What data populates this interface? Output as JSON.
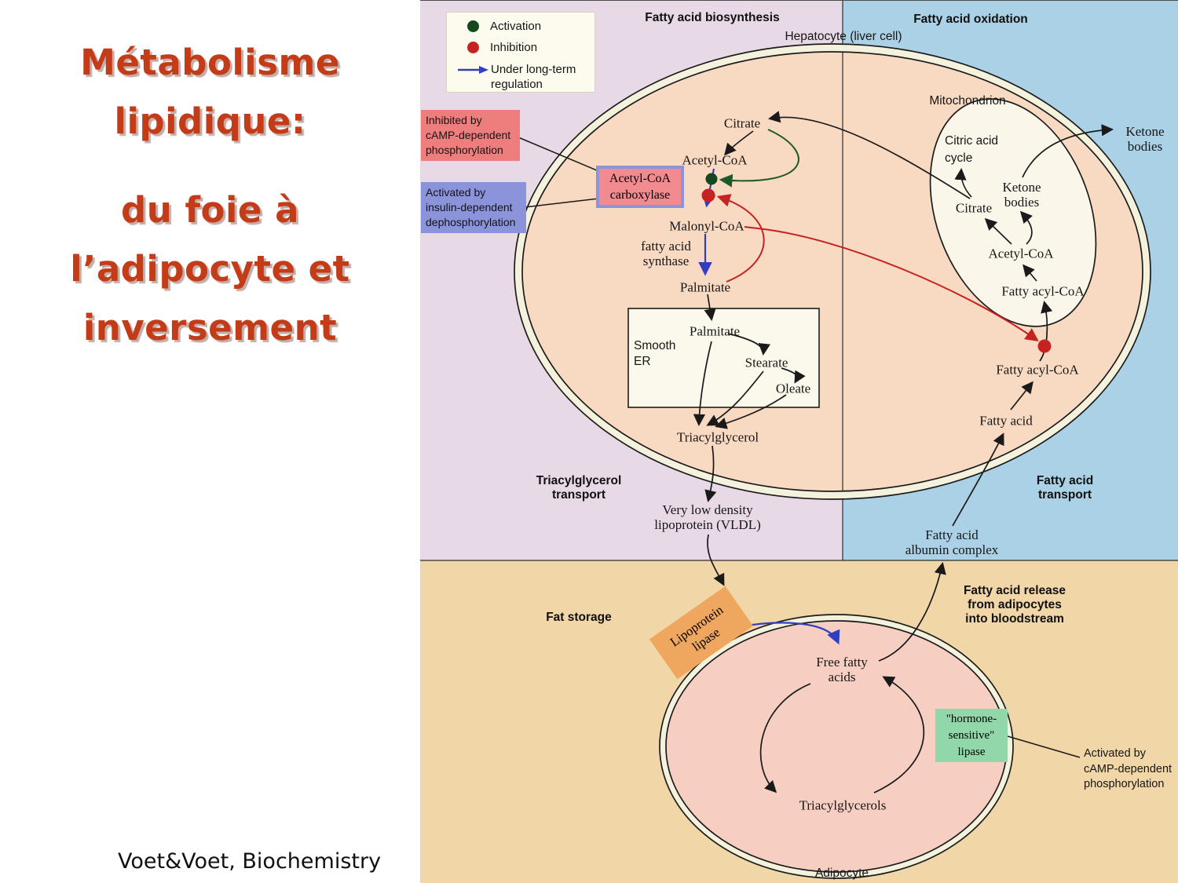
{
  "slide": {
    "title": "Métabolisme\nlipidique:",
    "subtitle": "du foie à\nl’adipocyte et\ninversement",
    "credit": "Voet&Voet, Biochemistry",
    "title_color": "#c33b17"
  },
  "legend": {
    "activation": "Activation",
    "inhibition": "Inhibition",
    "long_term": "Under long-term\nregulation"
  },
  "headers": {
    "biosynthesis": "Fatty acid biosynthesis",
    "oxidation": "Fatty acid oxidation",
    "tg_transport": "Triacylglycerol\ntransport",
    "fa_transport": "Fatty acid\ntransport",
    "fat_storage": "Fat storage",
    "fa_release": "Fatty acid release\nfrom adipocytes\ninto bloodstream"
  },
  "cells": {
    "hepatocyte": "Hepatocyte (liver cell)",
    "mitochondrion": "Mitochondrion",
    "adipocyte": "Adipocyte",
    "smooth_er": "Smooth\nER",
    "citric_cycle": "Citric acid\ncycle"
  },
  "regulation": {
    "inhibited_camp": "Inhibited by\ncAMP-dependent\nphosphorylation",
    "activated_insulin": "Activated by\ninsulin-dependent\ndephosphorylation",
    "activated_camp": "Activated by\ncAMP-dependent\nphosphorylation"
  },
  "enzymes": {
    "acc": "Acetyl-CoA\ncarboxylase",
    "fas": "fatty acid\nsynthase",
    "lpl": "Lipoprotein\nlipase",
    "hsl": "\"hormone-\nsensitive\"\nlipase"
  },
  "metabolites": {
    "citrate_cyt": "Citrate",
    "acetyl_coa_cyt": "Acetyl-CoA",
    "malonyl_coa": "Malonyl-CoA",
    "palmitate": "Palmitate",
    "palmitate_er": "Palmitate",
    "stearate": "Stearate",
    "oleate": "Oleate",
    "triacylglycerol": "Triacylglycerol",
    "vldl": "Very low density\nlipoprotein (VLDL)",
    "free_fatty_acids": "Free fatty\nacids",
    "triacylglycerols": "Triacylglycerols",
    "fa_albumin": "Fatty acid\nalbumin complex",
    "fatty_acid": "Fatty acid",
    "fatty_acyl_coa_cyt": "Fatty acyl-CoA",
    "fatty_acyl_coa_mito": "Fatty acyl-CoA",
    "acetyl_coa_mito": "Acetyl-CoA",
    "citrate_mito": "Citrate",
    "ketone_mito": "Ketone\nbodies",
    "ketone_blood": "Ketone\nbodies"
  },
  "colors": {
    "quad_biosynthesis": "#e8d9e7",
    "quad_oxidation": "#abd1e6",
    "quad_storage": "#f1d6a7",
    "hepatocyte_fill": "#f8d9c2",
    "adipocyte_fill": "#f6cfc2",
    "organelle_fill": "#faf7ea",
    "membrane_cream": "#f4f1dc",
    "inhibit_box": "#ee7e7e",
    "activate_box": "#8b93da",
    "acc_fill": "#f28b90",
    "lpl_box": "#efa75f",
    "hsl_box": "#92d7a9",
    "activation_dot": "#15471f",
    "inhibition_dot": "#c62222",
    "regulation_blue": "#2f3fbf",
    "inhibition_red": "#c62222",
    "activation_green": "#1e5a28"
  }
}
